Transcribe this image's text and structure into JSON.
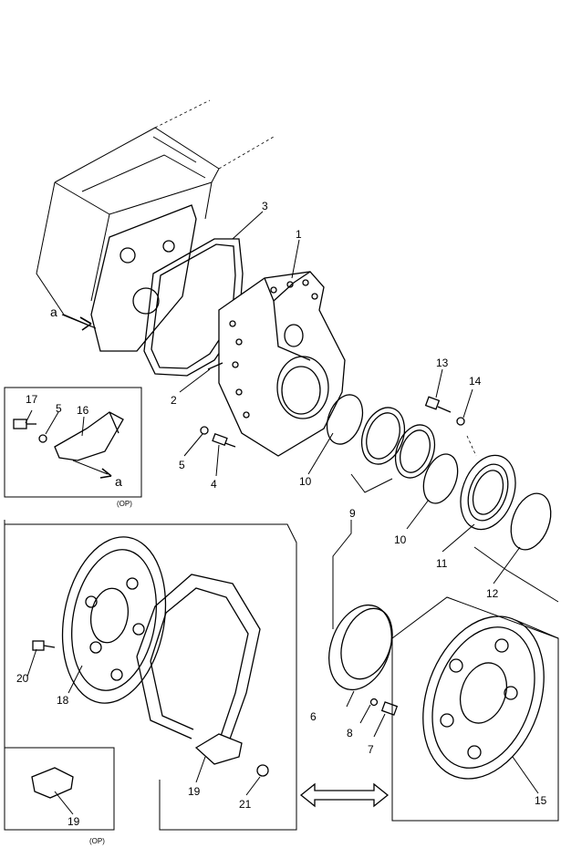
{
  "callouts": {
    "c1": "1",
    "c2": "2",
    "c3": "3",
    "c4": "4",
    "c5a": "5",
    "c5b": "5",
    "c6": "6",
    "c7": "7",
    "c8": "8",
    "c9": "9",
    "c10a": "10",
    "c10b": "10",
    "c11": "11",
    "c12": "12",
    "c13": "13",
    "c14": "14",
    "c15": "15",
    "c16": "16",
    "c17": "17",
    "c18": "18",
    "c19a": "19",
    "c19b": "19",
    "c20": "20",
    "c21": "21"
  },
  "markers": {
    "a_left": "a",
    "a_inset": "a"
  },
  "option_tags": {
    "top_inset": "(OP)",
    "bottom_inset": "(OP)"
  }
}
